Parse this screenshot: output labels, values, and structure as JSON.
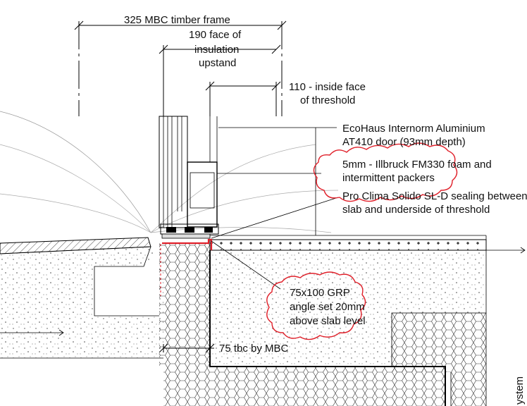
{
  "dimensions": {
    "timber_frame": "325 MBC timber frame",
    "insulation_upstand_1": "190 face of",
    "insulation_upstand_2": "insulation",
    "insulation_upstand_3": "upstand",
    "threshold_1": "110 - inside face",
    "threshold_2": "of threshold",
    "gap": "75 tbc by MBC"
  },
  "notes": {
    "door_1": "EcoHaus Internorm Aluminium",
    "door_2": "AT410 door (93mm depth)",
    "foam_1": "5mm - Illbruck FM330 foam and",
    "foam_2": "intermittent packers",
    "sealing_1": "Pro Clima Solido SL-D sealing between",
    "sealing_2": "slab and underside of threshold",
    "grp_1": "75x100 GRP",
    "grp_2": "angle set 20mm",
    "grp_3": "above slab level",
    "edge_text": "ystem"
  },
  "colors": {
    "line": "#000000",
    "markup": "#e0202a"
  }
}
